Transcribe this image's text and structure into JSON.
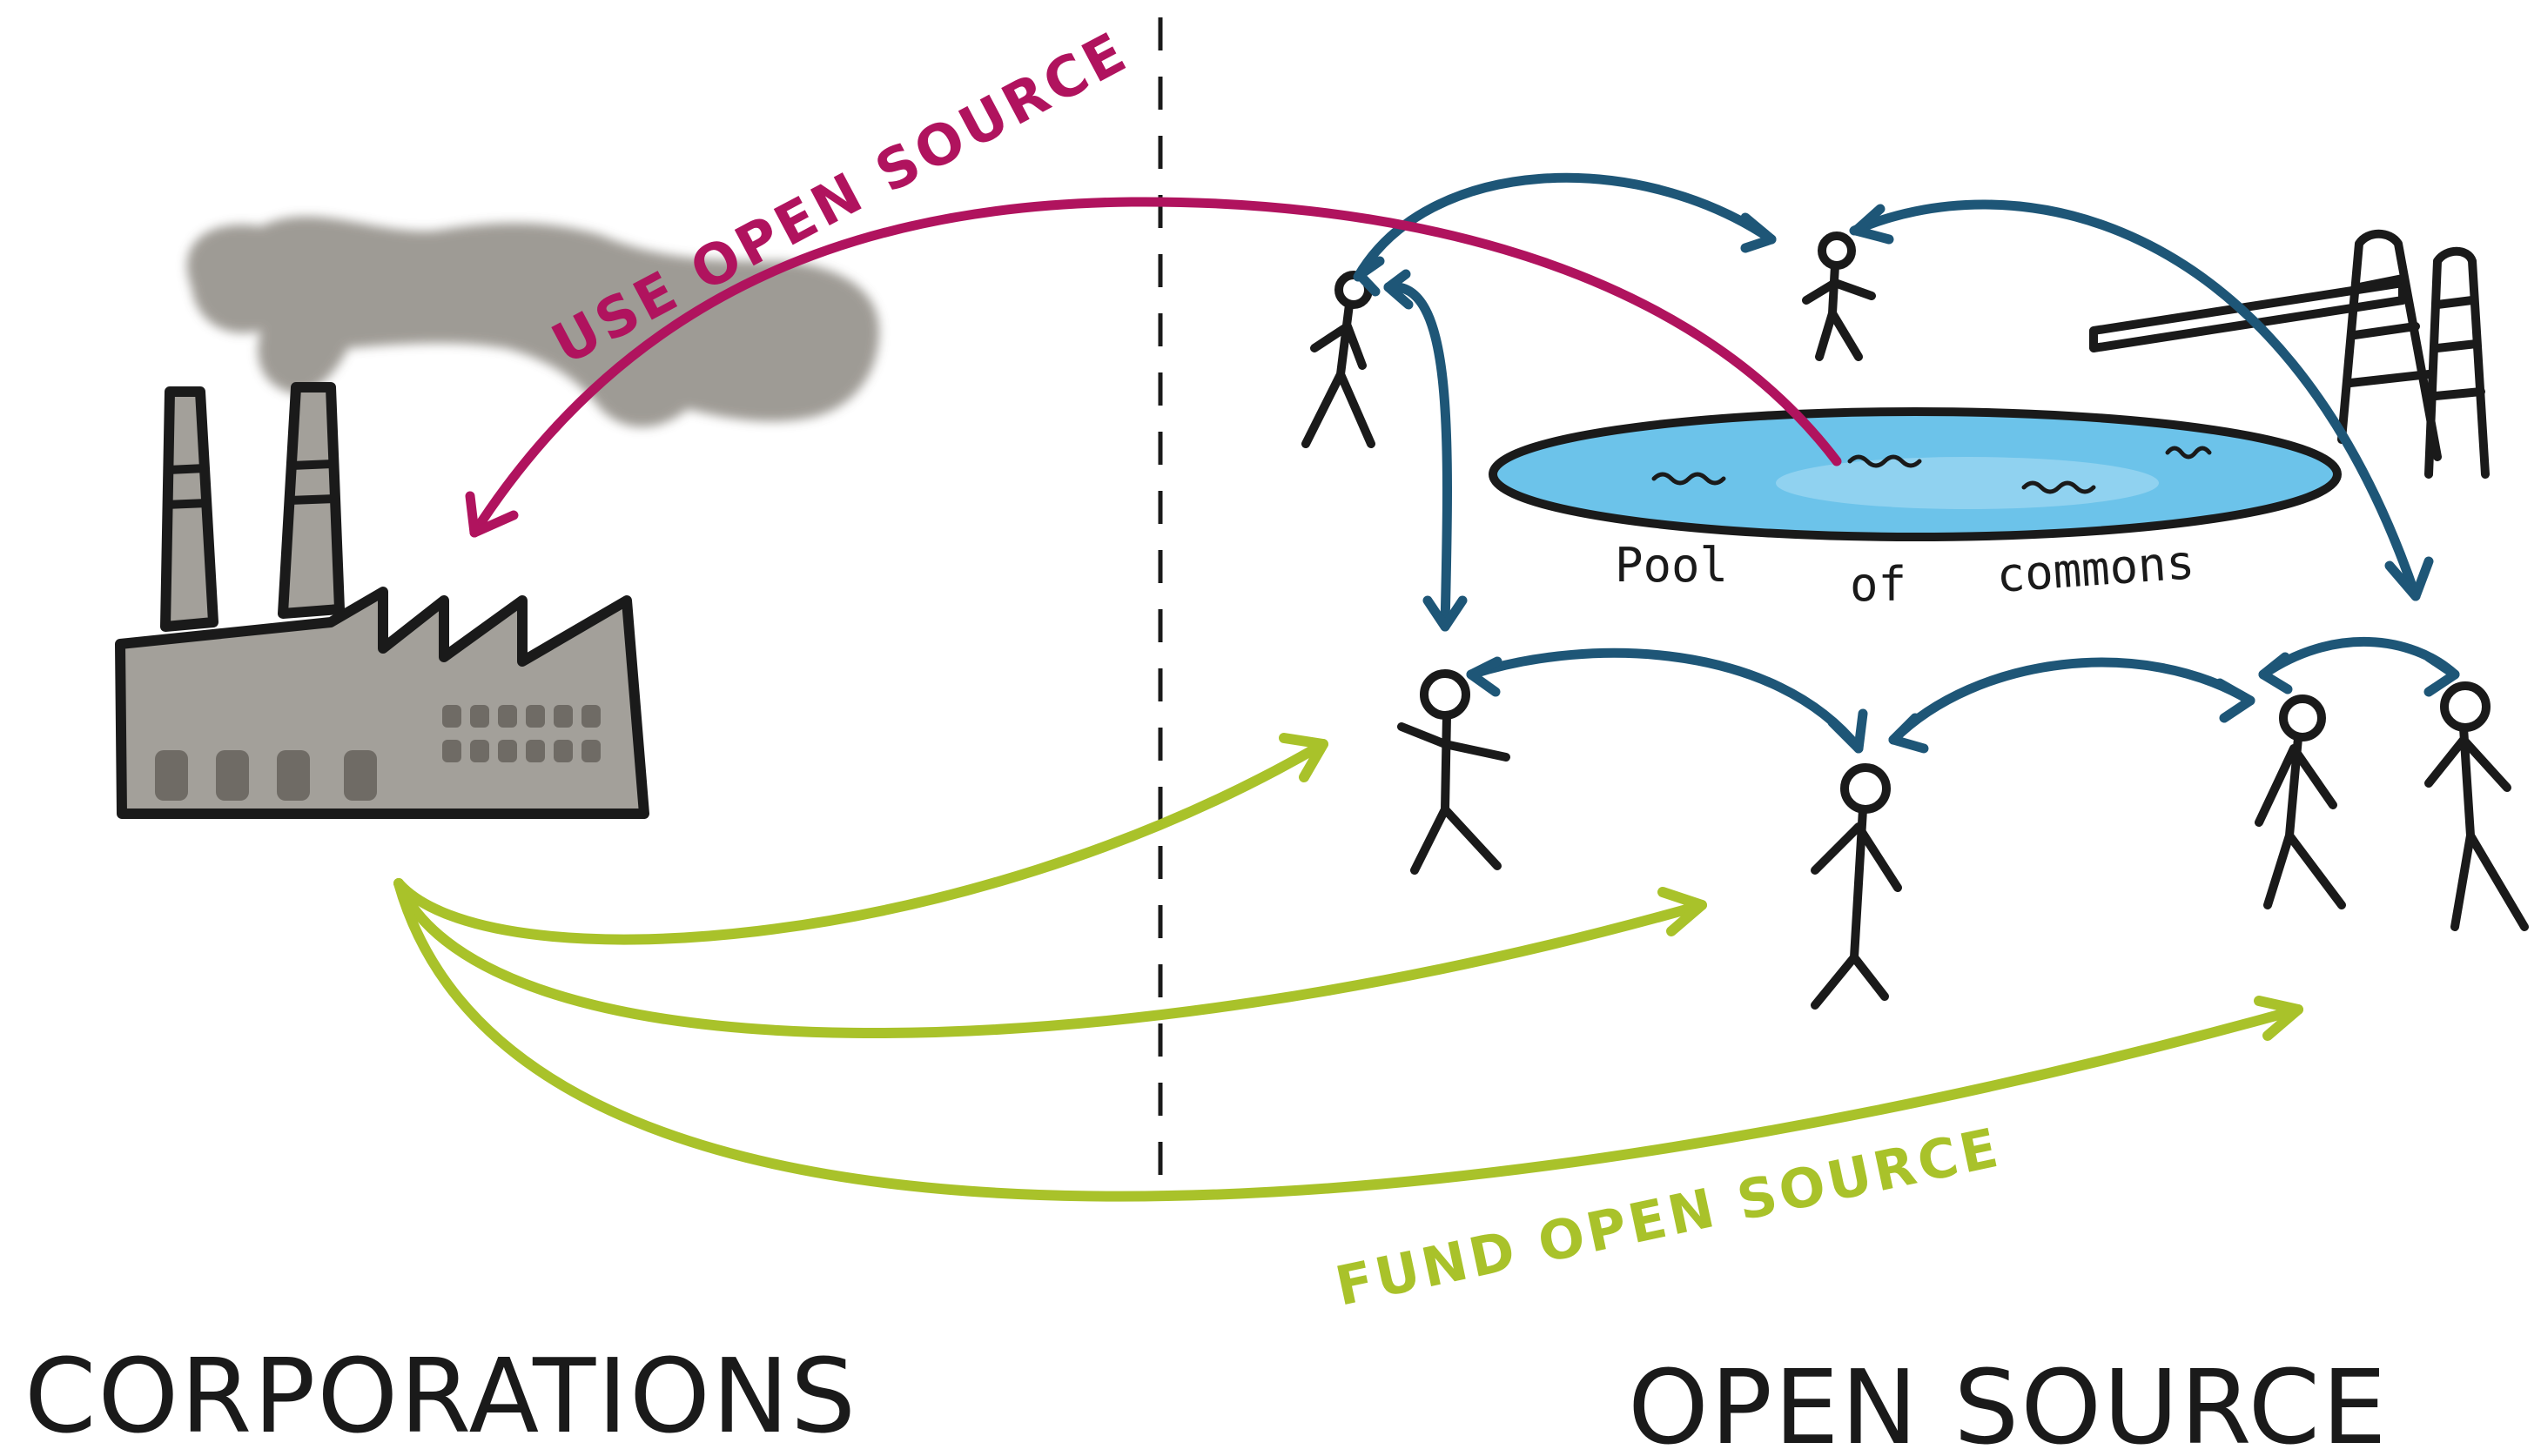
{
  "labels": {
    "use_open_source": "USE OPEN SOURCE",
    "fund_open_source": "FUND OPEN SOURCE",
    "pool_word1": "Pool",
    "pool_word2": "of",
    "pool_word3": "commons",
    "corporations": "CORPORATIONS",
    "open_source": "OPEN SOURCE"
  },
  "colors": {
    "use_arrow": "#b0135e",
    "fund_arrow": "#a9c22a",
    "network_arrow": "#1e5677",
    "pool_water": "#6cc3ea",
    "smoke": "#8e8a83",
    "factory": "#a3a09a",
    "ink": "#1a1a1a"
  }
}
